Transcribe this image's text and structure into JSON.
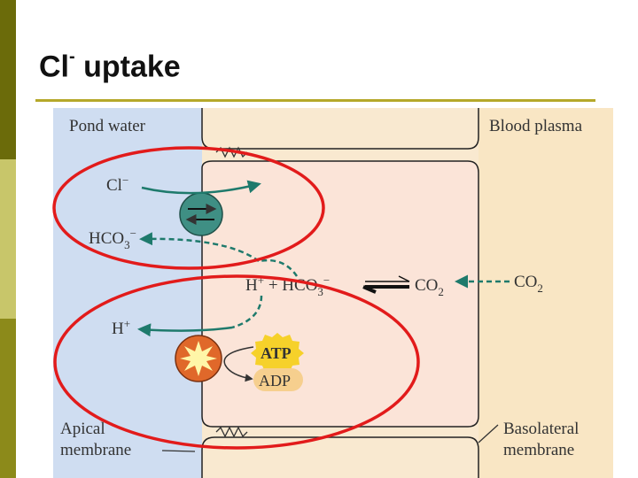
{
  "slide": {
    "title_main": "Cl",
    "title_sup": "-",
    "title_rest": " uptake"
  },
  "colors": {
    "sidebar_dark": "#6b6b0a",
    "sidebar_light": "#c8c66a",
    "pond": "#cfddf1",
    "cell": "#fbe4d8",
    "plasma": "#f9e6c4",
    "accent_rule": "#b5a82a",
    "transporter": "#3f8f84",
    "arrow": "#1e7a6c",
    "pump": "#e0682a",
    "atp": "#f6d12a",
    "adp": "#f6cf8e",
    "highlight": "#e21b1b"
  },
  "diagram": {
    "pond_label": "Pond water",
    "plasma_label": "Blood plasma",
    "cl_label": "Cl",
    "cl_sup": "−",
    "hco3_in_label": "HCO",
    "hco3_in_sub": "3",
    "hco3_in_sup": "−",
    "h_plus_label": "H",
    "h_plus_sup": "+",
    "reaction_h": "H",
    "reaction_h_sup": "+",
    "reaction_plus": " + HCO",
    "reaction_sub": "3",
    "reaction_sup": "−",
    "co2_cell_label": "CO",
    "co2_cell_sub": "2",
    "co2_plasma_label": "CO",
    "co2_plasma_sub": "2",
    "atp_label": "ATP",
    "adp_label": "ADP",
    "apical_line1": "Apical",
    "apical_line2": "membrane",
    "basolateral_line1": "Basolateral",
    "basolateral_line2": "membrane"
  }
}
